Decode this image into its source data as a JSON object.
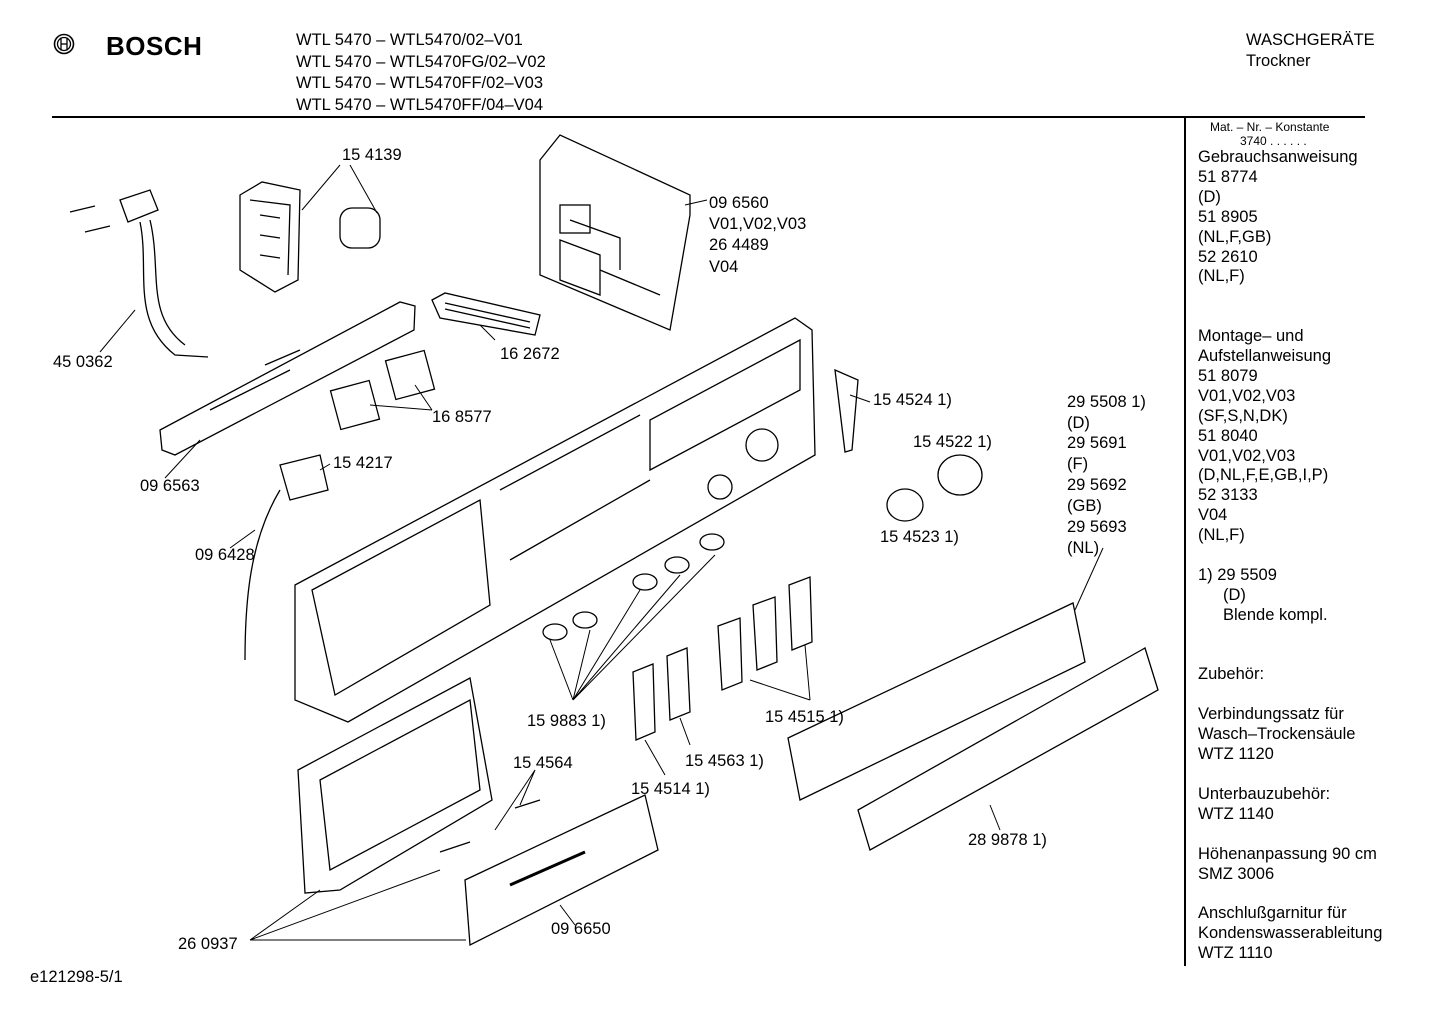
{
  "header": {
    "brand": "BOSCH",
    "models": [
      "WTL 5470 – WTL5470/02–V01",
      "WTL 5470 – WTL5470FG/02–V02",
      "WTL 5470 – WTL5470FF/02–V03",
      "WTL 5470 – WTL5470FF/04–V04"
    ],
    "category": "WASCHGERÄTE",
    "subcategory": "Trockner"
  },
  "sidebar": {
    "konstante_label": "Mat. – Nr. – Konstante",
    "konstante_value": "3740 .  .    .  .  .  .",
    "lines_a": [
      "Gebrauchsanweisung",
      "51 8774",
      "(D)",
      "51 8905",
      "(NL,F,GB)",
      "52 2610",
      "(NL,F)"
    ],
    "lines_b": [
      "Montage– und",
      "Aufstellanweisung",
      "51 8079",
      "V01,V02,V03",
      "(SF,S,N,DK)",
      "51 8040",
      "V01,V02,V03",
      "(D,NL,F,E,GB,I,P)",
      "52 3133",
      "V04",
      "(NL,F)"
    ],
    "footnote": [
      "1) 29 5509",
      "(D)",
      "Blende kompl."
    ],
    "zubehoer_title": "Zubehör:",
    "lines_c": [
      "Verbindungssatz für",
      "Wasch–Trockensäule",
      "WTZ 1120"
    ],
    "lines_d": [
      "Unterbauzubehör:",
      "WTZ 1140"
    ],
    "lines_e": [
      "Höhenanpassung 90 cm",
      "SMZ 3006"
    ],
    "lines_f": [
      "Anschlußgarnitur für",
      "Kondenswasserableitung",
      "WTZ 1110"
    ]
  },
  "parts": {
    "p154139": "15 4139",
    "p096560": "09 6560",
    "p096560_v": "V01,V02,V03",
    "p264489": "26 4489",
    "p264489_v": "V04",
    "p450362": "45 0362",
    "p162672": "16 2672",
    "p168577": "16 8577",
    "p154524": "15 4524 1)",
    "p295508": "29 5508 1)",
    "p295508_l": "(D)",
    "p295691": "29 5691",
    "p295691_l": "(F)",
    "p295692": "29 5692",
    "p295692_l": "(GB)",
    "p295693": "29 5693",
    "p295693_l": "(NL)",
    "p154522": "15 4522 1)",
    "p154217": "15 4217",
    "p096563": "09 6563",
    "p154523": "15 4523 1)",
    "p096428": "09 6428",
    "p159883": "15 9883 1)",
    "p154515": "15 4515 1)",
    "p154563": "15 4563 1)",
    "p154564": "15 4564",
    "p154514": "15 4514 1)",
    "p289878": "28 9878 1)",
    "p096650": "09 6650",
    "p260937": "26 0937"
  },
  "footer": {
    "doc_id": "e121298-5/1"
  }
}
